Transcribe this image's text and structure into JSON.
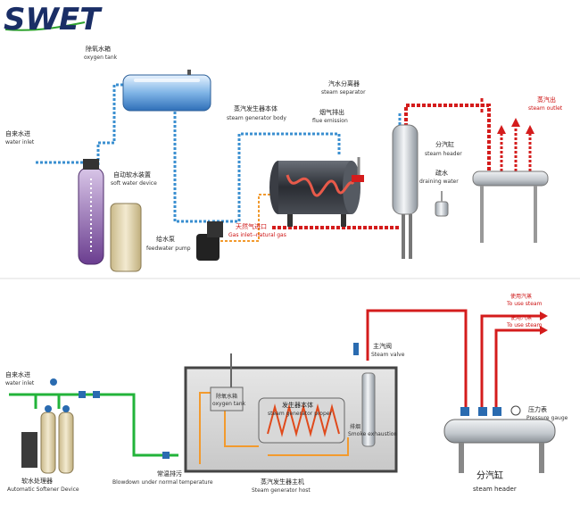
{
  "brand": {
    "logo_text": "SWET",
    "logo_green": "#2ea22e",
    "logo_navy": "#1a2e66"
  },
  "colors": {
    "water": "#3a8fd0",
    "steam": "#d41c1c",
    "gas": "#f29a2e",
    "feed": "#22b33a",
    "frame": "#444444"
  },
  "top_diagram": {
    "water_inlet": {
      "cn": "自来水进",
      "en": "water inlet"
    },
    "oxygen_tank": {
      "cn": "除氧水箱",
      "en": "oxygen tank"
    },
    "soft_water": {
      "cn": "自动软水装置",
      "en": "soft water device"
    },
    "feed_pump": {
      "cn": "给水泵",
      "en": "feedwater pump"
    },
    "gen_body": {
      "cn": "蒸汽发生器本体",
      "en": "steam generator body"
    },
    "flue": {
      "cn": "烟气排出",
      "en": "flue emission"
    },
    "gas_inlet": {
      "cn": "天然气进口",
      "en": "Gas inlet--natural gas"
    },
    "separator": {
      "cn": "汽水分离器",
      "en": "steam separator"
    },
    "steam_out": {
      "cn": "蒸汽出",
      "en": "steam outlet"
    },
    "header": {
      "cn": "分汽缸",
      "en": "steam header"
    },
    "drain": {
      "cn": "疏水",
      "en": "draining water"
    }
  },
  "bottom_diagram": {
    "water_inlet": {
      "cn": "自来水进",
      "en": "water inlet"
    },
    "softener": {
      "cn": "软水处理器",
      "en": "Automatic Softener Device"
    },
    "blowdown": {
      "cn": "常温排污",
      "en": "Blowdown under normal temperature"
    },
    "oxygen_tank": {
      "cn": "除氧水箱",
      "en": "oxygen tank"
    },
    "gen_body": {
      "cn": "发生器本体",
      "en": "steam generator proper"
    },
    "host": {
      "cn": "蒸汽发生器主机",
      "en": "Steam generator host"
    },
    "smoke": {
      "cn": "排烟",
      "en": "Smoke exhaustion"
    },
    "main_valve": {
      "cn": "主汽阀",
      "en": "Steam valve"
    },
    "use_steam_1": {
      "cn": "使用汽蒸",
      "en": "To use steam"
    },
    "use_steam_2": {
      "cn": "使用汽蒸",
      "en": "To use steam"
    },
    "gauge": {
      "cn": "压力表",
      "en": "Pressure gauge"
    },
    "header": {
      "cn": "分汽缸",
      "en": "steam header"
    }
  }
}
